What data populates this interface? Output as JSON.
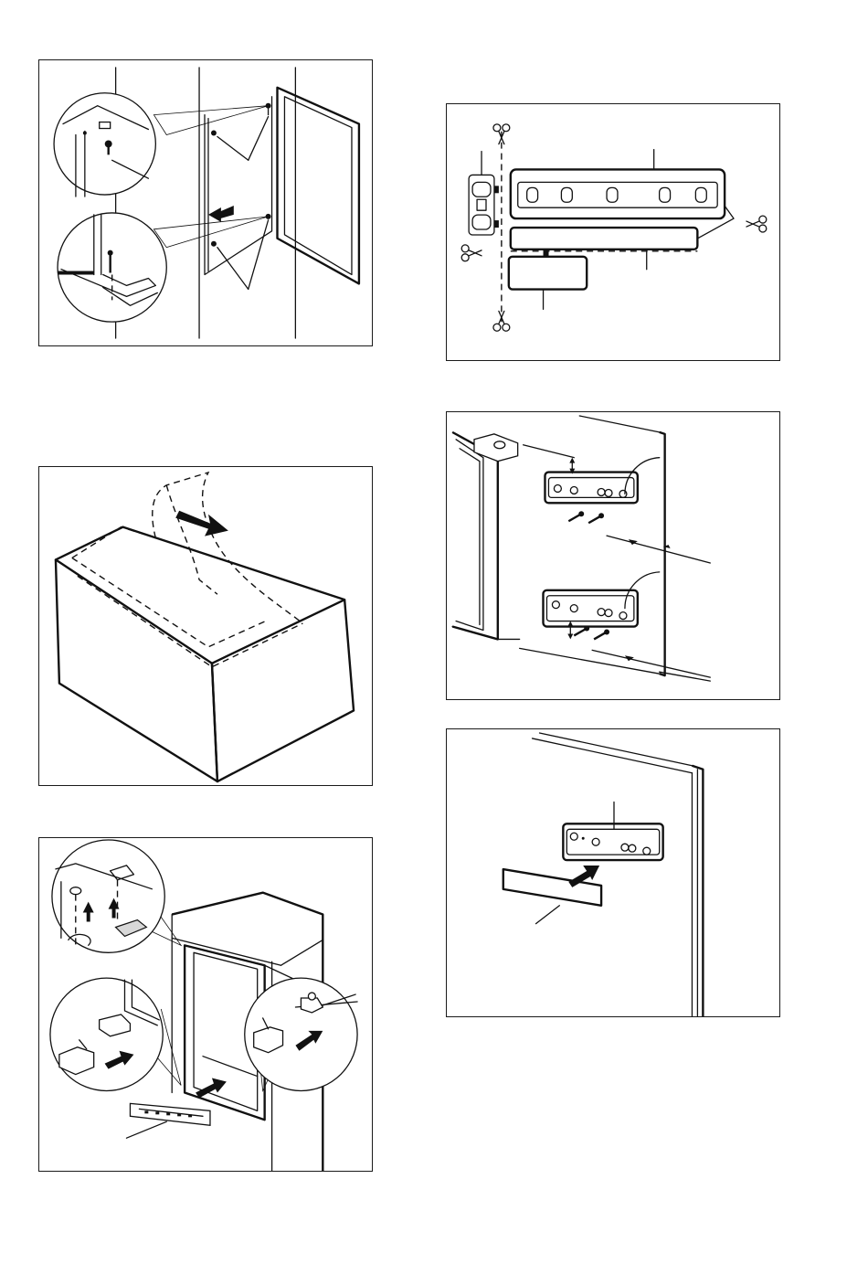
{
  "figures": [
    {
      "id": "fig-door-screws",
      "depicts": "screw-icon"
    },
    {
      "id": "fig-cut-cover",
      "depicts": "scissors-icon"
    },
    {
      "id": "fig-tape-cabinet",
      "depicts": "arrow-icon"
    },
    {
      "id": "fig-hinge-brackets",
      "depicts": "bracket-icon"
    },
    {
      "id": "fig-clip-mounting",
      "depicts": "arrow-icon"
    },
    {
      "id": "fig-cover-plate",
      "depicts": "arrow-icon"
    }
  ],
  "colors": {
    "line": "#111111",
    "background": "#ffffff"
  }
}
